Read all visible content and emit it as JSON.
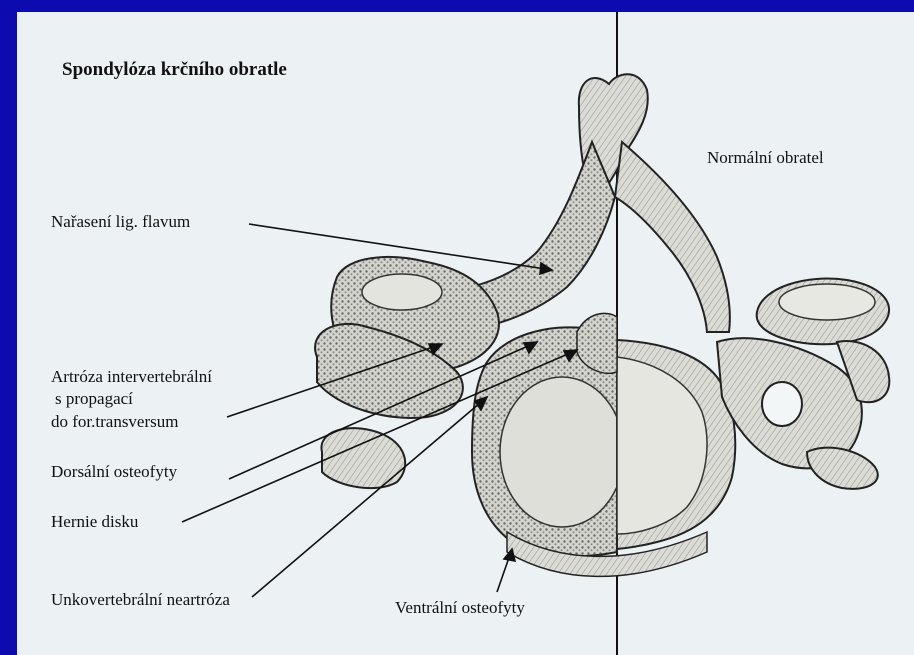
{
  "title": "Spondylóza krčního obratle",
  "labels": {
    "normal": "Normální obratel",
    "flavum": "Nařasení lig. flavum",
    "artroza_1": "Artróza intervertebrální",
    "artroza_2": "s propagací",
    "artroza_3": "do for.transversum",
    "dorsal": "Dorsální osteofyty",
    "hernie": "Hernie disku",
    "unko": "Unkovertebrální neartróza",
    "ventral": "Ventrální osteofyty"
  },
  "colors": {
    "frame": "#0b0bb0",
    "paper": "#ecf1f4",
    "ink": "#1a1a1a",
    "bone": "#cfcfc9"
  }
}
